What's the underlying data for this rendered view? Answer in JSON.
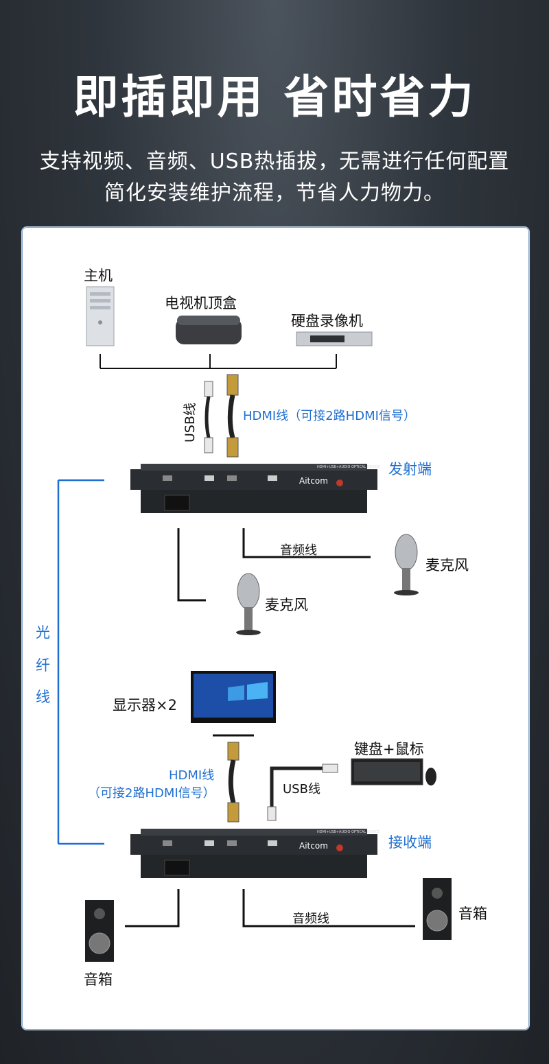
{
  "header": {
    "title": "即插即用 省时省力",
    "subtitle_line1": "支持视频、音频、USB热插拔，无需进行任何配置",
    "subtitle_line2": "简化安装维护流程，节省人力物力。"
  },
  "diagram": {
    "sources": {
      "host": "主机",
      "settop_box": "电视机顶盒",
      "dvr": "硬盘录像机"
    },
    "cables_top": {
      "usb": "USB线",
      "hdmi": "HDMI线（可接2路HDMI信号）"
    },
    "transmitter": {
      "label": "发射端",
      "brand": "Aitcom",
      "model": "HDMI+USB+AUDIO OPTICAL DEVICE"
    },
    "tx_audio": {
      "cable": "音频线",
      "mic_right": "麦克风",
      "mic_left": "麦克风"
    },
    "fiber": {
      "c1": "光",
      "c2": "纤",
      "c3": "线"
    },
    "monitor": "显示器×2",
    "rx_cables": {
      "hdmi_line1": "HDMI线",
      "hdmi_line2": "（可接2路HDMI信号）",
      "usb": "USB线"
    },
    "keyboard_mouse": "键盘+鼠标",
    "receiver": {
      "label": "接收端",
      "brand": "Aitcom",
      "model": "HDMI+USB+AUDIO OPTICAL DEVICE"
    },
    "rx_audio": {
      "cable": "音频线",
      "speaker_left": "音箱",
      "speaker_right": "音箱"
    },
    "accent_color": "#1f6fd1"
  }
}
